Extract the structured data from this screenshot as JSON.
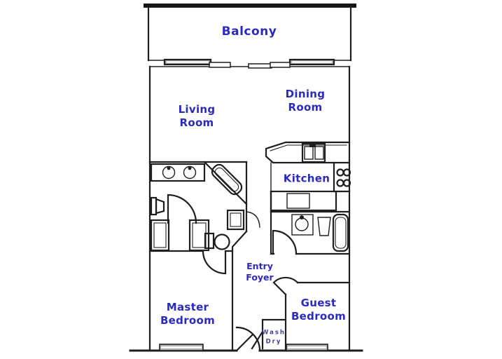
{
  "type": "apartment-floor-plan",
  "rooms": {
    "balcony": {
      "label": "Balcony"
    },
    "living_room": {
      "line1": "Living",
      "line2": "Room"
    },
    "dining_room": {
      "line1": "Dining",
      "line2": "Room"
    },
    "kitchen": {
      "label": "Kitchen"
    },
    "entry_foyer": {
      "line1": "Entry",
      "line2": "Foyer"
    },
    "master_bedroom": {
      "line1": "Master",
      "line2": "Bedroom"
    },
    "guest_bedroom": {
      "line1": "Guest",
      "line2": "Bedroom"
    },
    "laundry": {
      "line1": "Wash",
      "line2": "Dry"
    }
  },
  "fixtures": [
    "sliding-glass-doors",
    "kitchen-double-sink",
    "stove-burners",
    "dishwasher",
    "master-vanity-double-sinks",
    "master-bathtub-diagonal",
    "master-toilet",
    "master-toilet-round",
    "master-closets",
    "shower",
    "guest-sink",
    "guest-toilet",
    "guest-bathtub",
    "bedroom-windows",
    "entry-door-swing",
    "interior-door-swings"
  ],
  "colors": {
    "label_text": "#2a2ac0",
    "laundry_text": "#3c4490",
    "wall_line": "#1e1e1e",
    "glass_fill": "#a8a8a8",
    "window_fill": "#b4b4b4",
    "background": "#ffffff"
  }
}
